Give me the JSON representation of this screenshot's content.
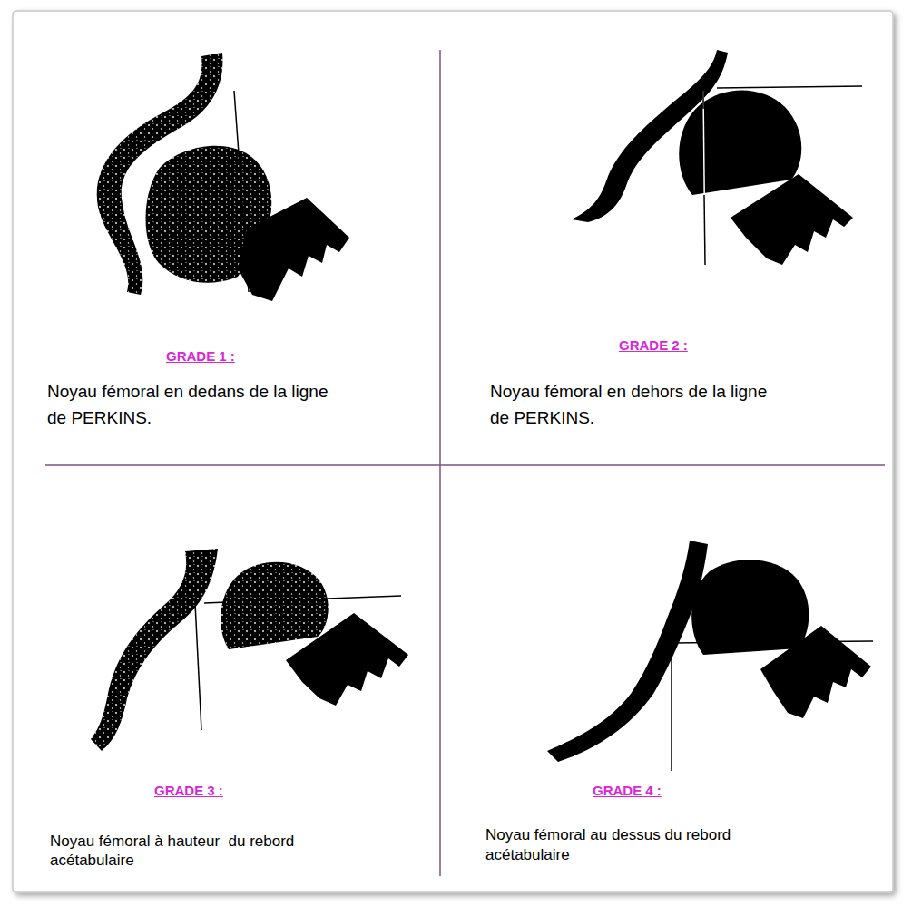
{
  "diagram": {
    "labels": [
      "GRADE 1 :",
      "Noyau fémoral en dedans de la ligne de PERKINS.",
      "GRADE 2 :",
      "Noyau fémoral en dehors de la ligne de PERKINS.",
      "GRADE 3 :",
      "Noyau fémoral à hauteur  du rebord acétabulaire",
      "GRADE 4 :",
      "Noyau fémoral au dessus du rebord acétabulaire"
    ]
  }
}
